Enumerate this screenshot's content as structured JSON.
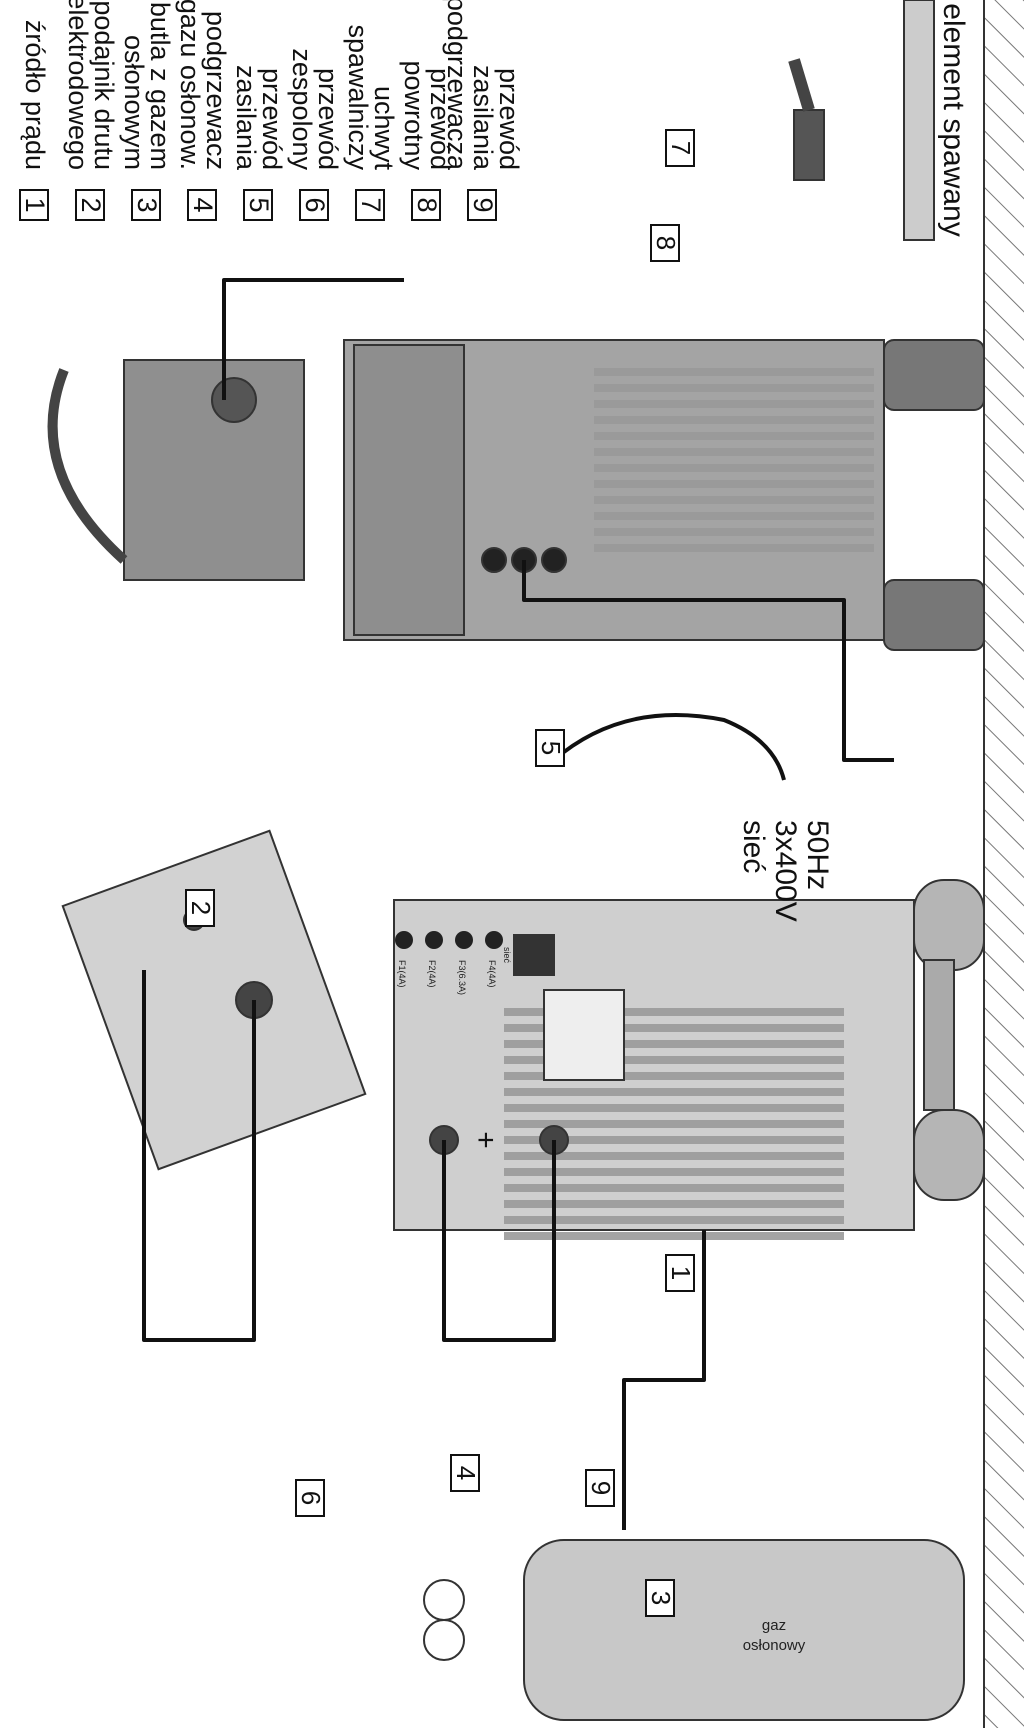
{
  "legend": [
    {
      "number": "1",
      "lines": [
        "źródło prądu"
      ]
    },
    {
      "number": "2",
      "lines": [
        "podajnik drutu",
        "elektrodowego"
      ]
    },
    {
      "number": "3",
      "lines": [
        "butla z gazem",
        "osłonowym"
      ]
    },
    {
      "number": "4",
      "lines": [
        "podgrzewacz",
        "gazu osłonow."
      ]
    },
    {
      "number": "5",
      "lines": [
        "przewód",
        "zasilania"
      ]
    },
    {
      "number": "6",
      "lines": [
        "przewód",
        "zespolony"
      ]
    },
    {
      "number": "7",
      "lines": [
        "uchwyt",
        "spawalniczy"
      ]
    },
    {
      "number": "8",
      "lines": [
        "przewód",
        "powrotny"
      ]
    },
    {
      "number": "9",
      "lines": [
        "przewód",
        "zasilania",
        "podgrzewacza"
      ]
    }
  ],
  "labels": {
    "workpiece": "element spawany",
    "mains_line1": "sieć",
    "mains_line2": "3x400V",
    "mains_line3": "50Hz",
    "gas_line1": "gaz",
    "gas_line2": "osłonowy",
    "plus_symbol": "+",
    "socket_f1": "F1(4A)",
    "socket_f2": "F2(4A)",
    "socket_f3": "F3(6.3A)",
    "socket_f4": "F4(4A)",
    "mains_switch": "sieć"
  },
  "callouts": {
    "c1": "1",
    "c2": "2",
    "c3": "3",
    "c4": "4",
    "c5": "5",
    "c6": "6",
    "c7": "7",
    "c8": "8",
    "c9": "9"
  },
  "colors": {
    "line": "#111111",
    "body_gray": "#c8c8c8",
    "panel_gray": "#a8a8a8",
    "dark_gray": "#555555",
    "wall_hatch": "#888888"
  }
}
